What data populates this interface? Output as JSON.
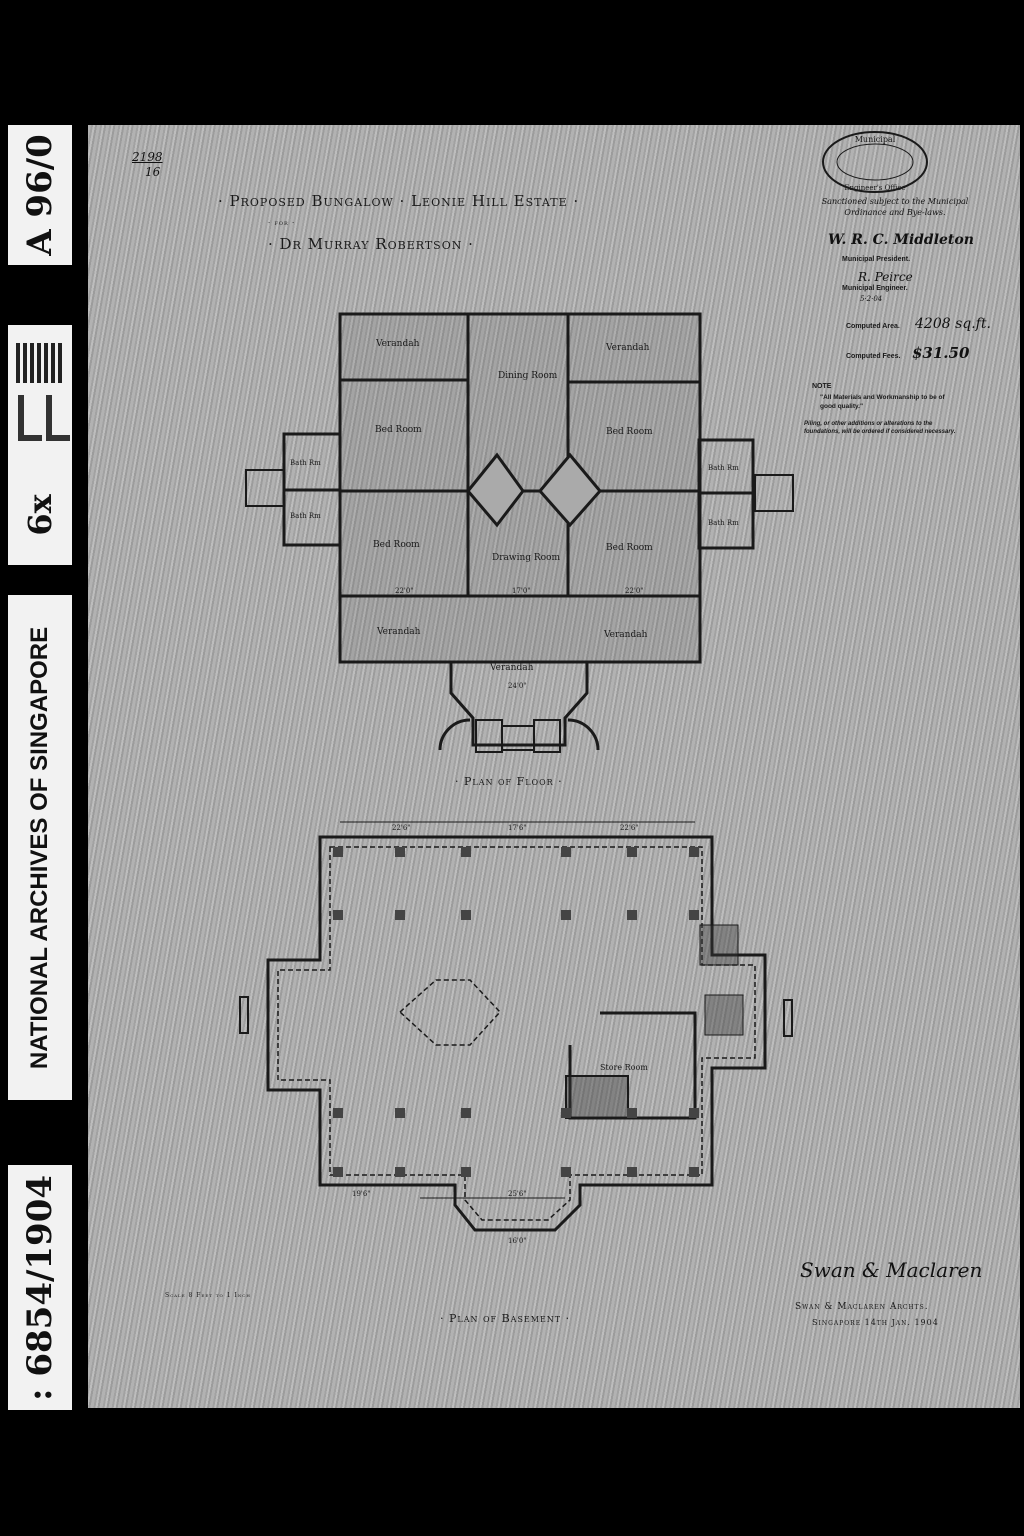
{
  "archive_labels": {
    "series": "A 96/0",
    "reduction": "6x",
    "institution": "NATIONAL ARCHIVES OF SINGAPORE",
    "reference": ": 6854/1904"
  },
  "drawing": {
    "file_number": "2198",
    "file_sub": "16",
    "title": "· Proposed Bungalow · Leonie Hill Estate ·",
    "for": "· for ·",
    "client": "· Dr Murray Robertson ·",
    "floor_plan_title": "· Plan of Floor ·",
    "basement_plan_title": "· Plan of Basement ·",
    "scale": "Scale 8 Feet to 1 Inch",
    "architect_signature": "Swan & Maclaren",
    "architect": "Swan & Maclaren Archts.",
    "place_date": "Singapore 14th Jan. 1904"
  },
  "floor_rooms": {
    "verandah_nw": "Verandah",
    "verandah_ne": "Verandah",
    "dining": "Dining Room",
    "bed_nw": "Bed Room",
    "bed_ne": "Bed Room",
    "bed_sw": "Bed Room",
    "bed_se": "Bed Room",
    "drawing": "Drawing Room",
    "bath_1": "Bath Rm",
    "bath_2": "Bath Rm",
    "bath_3": "Bath Rm",
    "bath_4": "Bath Rm",
    "verandah_sw": "Verandah",
    "verandah_se": "Verandah",
    "verandah_front": "Verandah",
    "dim_front": "24'0\"",
    "dim_left": "22'0\"",
    "dim_mid": "17'0\"",
    "dim_right": "22'0\""
  },
  "basement": {
    "store_room": "Store Room",
    "dim_top_left": "22'6\"",
    "dim_top_mid": "17'6\"",
    "dim_top_right": "22'6\"",
    "dim_bottom_left": "19'6\"",
    "dim_bottom_mid": "25'6\"",
    "dim_entrance": "16'0\""
  },
  "stamp": {
    "ring_top": "Municipal",
    "ring_bottom": "Engineer's Office",
    "sanction": "Sanctioned subject to the Municipal Ordinance and Bye-laws.",
    "president_signature": "W. R. C. Middleton",
    "president_title": "Municipal President.",
    "engineer_signature": "R. Peirce",
    "engineer_title": "Municipal Engineer.",
    "engineer_date": "5·2·04",
    "area_label": "Computed Area.",
    "area_value": "4208 sq.ft.",
    "fees_label": "Computed Fees.",
    "fees_value": "$31.50",
    "note_heading": "NOTE",
    "note_quality": "\"All Materials and Workmanship to be of good quality.\"",
    "note_piling": "Piling, or other additions or alterations to the foundations, will be ordered if considered necessary."
  },
  "colors": {
    "paper": "#ababab",
    "ink": "#1a1a1a",
    "border": "#000000",
    "label": "#f2f2f2"
  }
}
